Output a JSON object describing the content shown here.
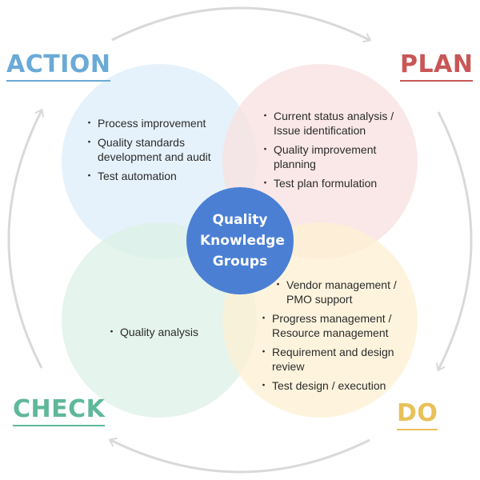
{
  "center": {
    "title": "Quality Knowledge Groups"
  },
  "phases": {
    "action": {
      "label": "ACTION",
      "color": "#6aaad7",
      "circle_fill": "#ddeef9",
      "items": [
        "Process improvement",
        "Quality standards development and audit",
        "Test automation"
      ]
    },
    "plan": {
      "label": "PLAN",
      "color": "#c95656",
      "circle_fill": "#f8e0e0",
      "items": [
        "Current status analysis / Issue identification",
        "Quality improvement planning",
        "Test plan formulation"
      ]
    },
    "check": {
      "label": "CHECK",
      "color": "#5fb89a",
      "circle_fill": "#dcf0e6",
      "items": [
        "Quality analysis"
      ]
    },
    "do": {
      "label": "DO",
      "color": "#e8c15a",
      "circle_fill": "#fdf0d3",
      "items": [
        "Vendor management / PMO support",
        "Progress management / Resource management",
        "Requirement and design review",
        "Test design / execution"
      ]
    }
  },
  "colors": {
    "center_fill": "#4a7fd4",
    "cycle_arrow": "#d9d9d9"
  },
  "icons": [
    "cycle-arrow-top",
    "cycle-arrow-right",
    "cycle-arrow-bottom",
    "cycle-arrow-left"
  ]
}
